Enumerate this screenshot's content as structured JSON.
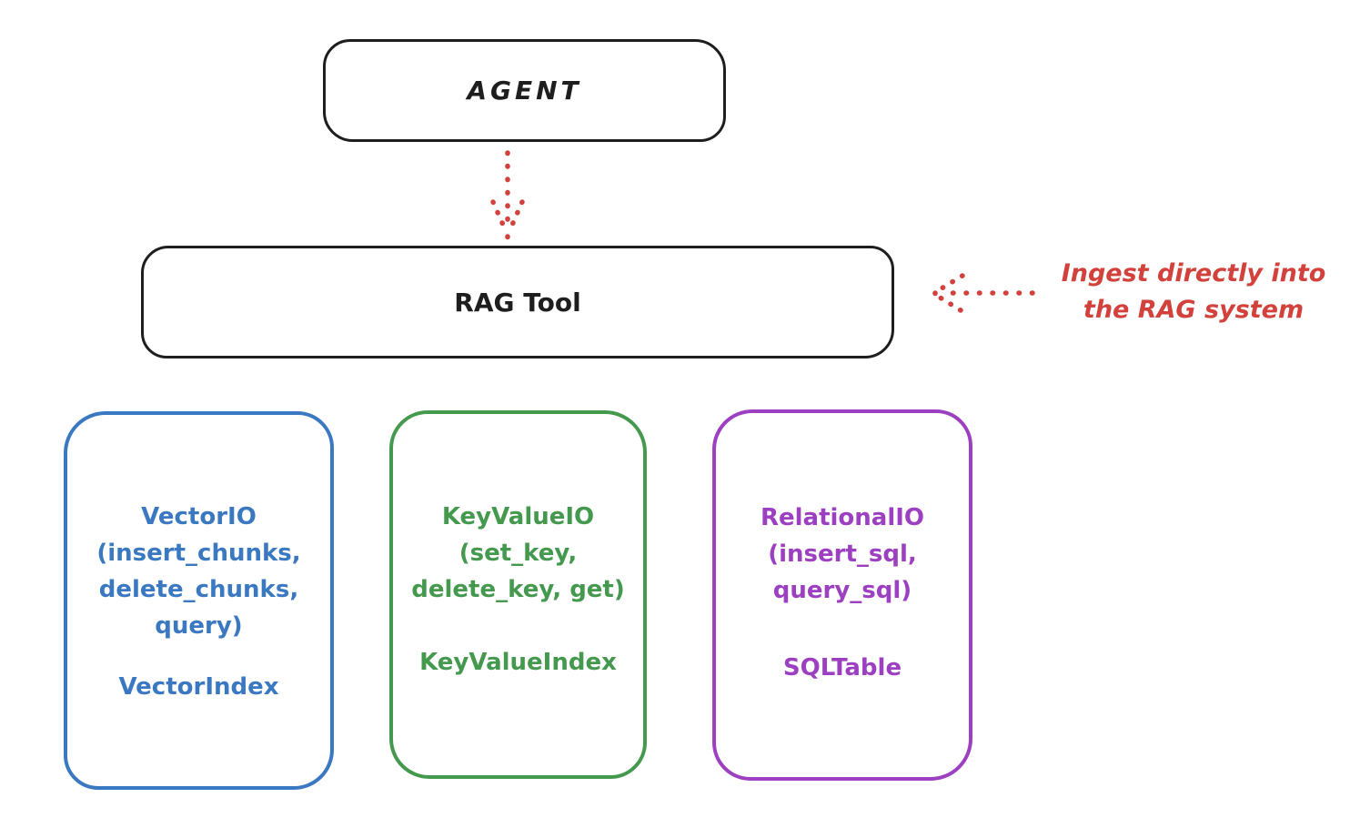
{
  "diagram": {
    "agent": {
      "label": "AGENT",
      "color": "#1e1e1e"
    },
    "rag_tool": {
      "label": "RAG Tool",
      "color": "#1e1e1e"
    },
    "annotation": {
      "line1": "Ingest directly into",
      "line2": "the RAG system",
      "color": "#d2413b"
    },
    "arrows": {
      "agent_to_rag_tool": {
        "style": "dotted",
        "color": "#d2413b",
        "direction": "down"
      },
      "annotation_to_rag_tool": {
        "style": "dotted",
        "color": "#d2413b",
        "direction": "left"
      }
    },
    "backends": [
      {
        "name": "vector-io",
        "color": "#3b78c2",
        "lines": [
          "VectorIO",
          "(insert_chunks,",
          "delete_chunks,",
          "query)"
        ],
        "footer": "VectorIndex"
      },
      {
        "name": "keyvalue-io",
        "color": "#44994e",
        "lines": [
          "KeyValueIO",
          "(set_key,",
          "delete_key, get)"
        ],
        "footer": "KeyValueIndex"
      },
      {
        "name": "relational-io",
        "color": "#9c3fc0",
        "lines": [
          "RelationalIO",
          "(insert_sql,",
          "query_sql)"
        ],
        "footer": "SQLTable"
      }
    ]
  }
}
